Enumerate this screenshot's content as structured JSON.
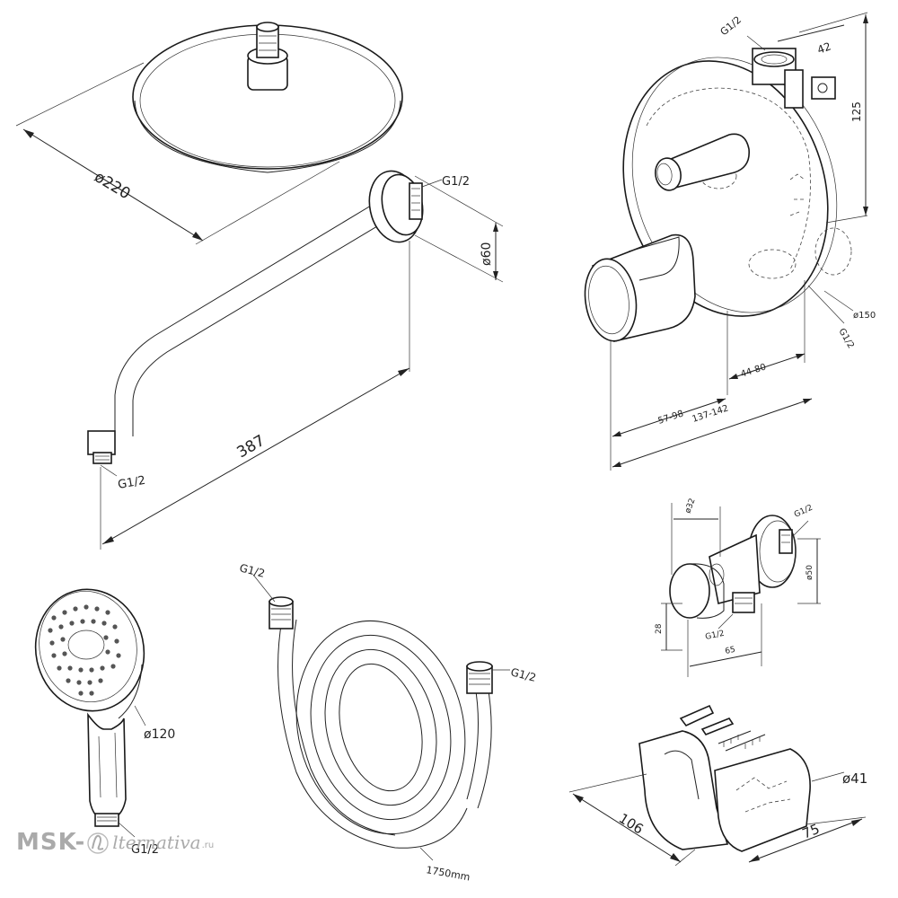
{
  "overhead_shower": {
    "diameter_label": "ø220"
  },
  "shower_arm": {
    "thread_top_label": "G1/2",
    "flange_label": "ø60",
    "length_label": "387",
    "thread_bottom_label": "G1/2"
  },
  "mixer": {
    "thread_label": "G1/2",
    "width_label": "42",
    "height_label": "125",
    "plate_diameter_label": "ø150",
    "outlet_label": "G1/2",
    "dim_depth_label": "44-80",
    "dim_handle_label": "57-98",
    "dim_total_label": "137-142"
  },
  "hand_shower": {
    "diameter_label": "ø120",
    "thread_label": "G1/2"
  },
  "hose": {
    "thread_left_label": "G1/2",
    "thread_right_label": "G1/2",
    "length_label": "1750mm"
  },
  "wall_outlet": {
    "dim_top_label": "ø32",
    "thread_top_label": "G1/2",
    "dim_right_label": "ø50",
    "dim_left_label": "28",
    "thread_bottom_label": "G1/2",
    "dim_width_label": "65"
  },
  "holder": {
    "diameter_label": "ø41",
    "length_label": "106",
    "width_label": "75"
  },
  "watermark": {
    "part_a": "MSK-",
    "part_b": "lternativa",
    "part_c": ".ru"
  }
}
